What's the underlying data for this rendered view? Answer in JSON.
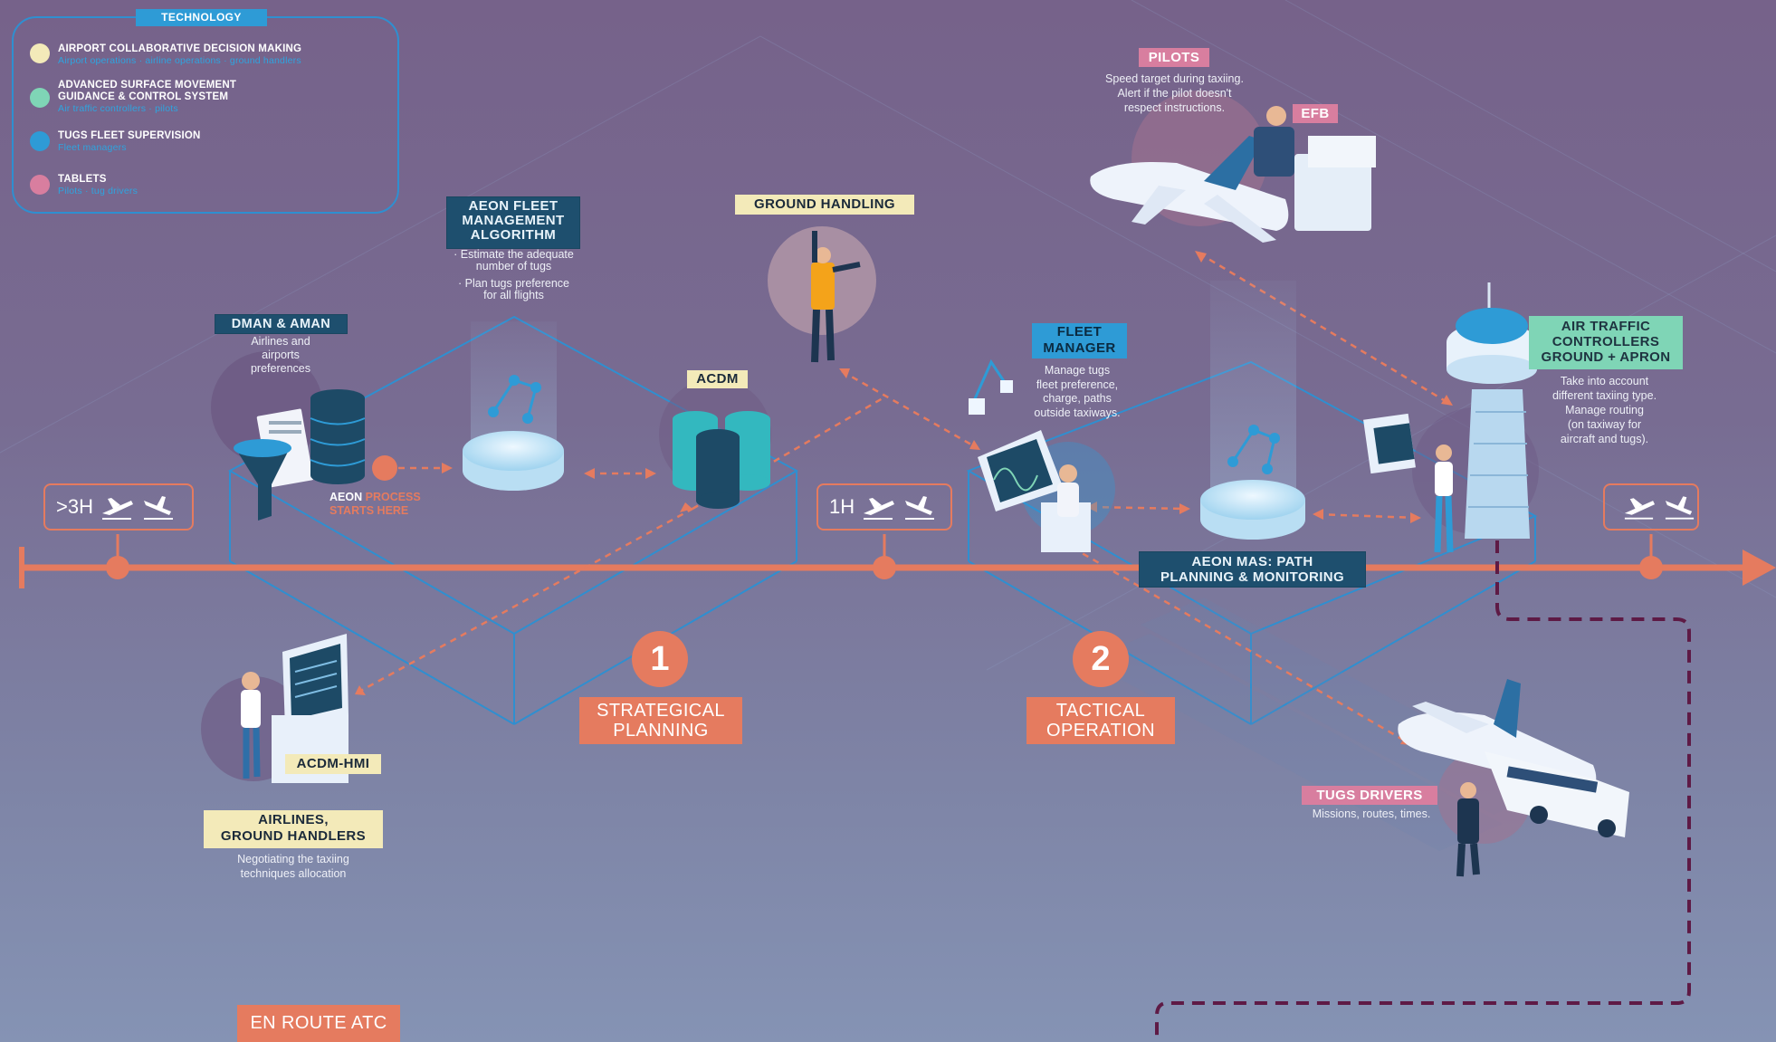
{
  "legend": {
    "title": "TECHNOLOGY",
    "items": [
      {
        "label": "AIRPORT COLLABORATIVE DECISION MAKING",
        "sub": "Airport operations · airline operations · ground handlers",
        "color": "#f3eab9"
      },
      {
        "label": "ADVANCED SURFACE MOVEMENT",
        "label2": "GUIDANCE & CONTROL SYSTEM",
        "sub": "Air traffic controllers · pilots",
        "color": "#7fd5b6"
      },
      {
        "label": "TUGS FLEET SUPERVISION",
        "sub": "Fleet managers",
        "color": "#2e9bd6"
      },
      {
        "label": "TABLETS",
        "sub": "Pilots · tug drivers",
        "color": "#d87e9f"
      }
    ]
  },
  "nodes": {
    "dman": {
      "label": "DMAN & AMAN",
      "desc": [
        "Airlines and",
        "airports",
        "preferences"
      ]
    },
    "aeon_fleet": {
      "label": [
        "AEON FLEET",
        "MANAGEMENT",
        "ALGORITHM"
      ],
      "desc": [
        "· Estimate the adequate",
        "number of tugs",
        "· Plan tugs preference",
        "for all flights"
      ]
    },
    "ground_handling": {
      "label": "GROUND HANDLING"
    },
    "acdm": {
      "label": "ACDM"
    },
    "pilots": {
      "label": "PILOTS",
      "desc": [
        "Speed target during taxiing.",
        "Alert if the pilot doesn't",
        "respect instructions."
      ]
    },
    "efb": {
      "label": "EFB"
    },
    "fleet_manager": {
      "label": [
        "FLEET",
        "MANAGER"
      ],
      "desc": [
        "Manage tugs",
        "fleet preference,",
        "charge, paths",
        "outside taxiways."
      ]
    },
    "atc": {
      "label": [
        "AIR TRAFFIC",
        "CONTROLLERS",
        "GROUND + APRON"
      ],
      "desc": [
        "Take into account",
        "different taxiing type.",
        "Manage routing",
        "(on taxiway for",
        "aircraft and tugs)."
      ]
    },
    "aeon_mas": {
      "label": [
        "AEON MAS: PATH",
        "PLANNING & MONITORING"
      ]
    },
    "process_start": {
      "word": "AEON",
      "rest": "PROCESS",
      "rest2": "STARTS HERE"
    },
    "acdm_hmi": {
      "label": "ACDM-HMI"
    },
    "airlines": {
      "label": [
        "AIRLINES,",
        "GROUND HANDLERS"
      ],
      "desc": [
        "Negotiating the taxiing",
        "techniques allocation"
      ]
    },
    "tugs_drivers": {
      "label": "TUGS DRIVERS",
      "desc": "Missions, routes, times."
    },
    "en_route": {
      "label": "EN ROUTE ATC"
    }
  },
  "phases": [
    {
      "number": "1",
      "label": [
        "STRATEGICAL",
        "PLANNING"
      ]
    },
    {
      "number": "2",
      "label": [
        "TACTICAL",
        "OPERATION"
      ]
    }
  ],
  "timeline": {
    "marks": [
      ">3H",
      "1H",
      ""
    ],
    "icons": [
      "takeoff-icon",
      "landing-icon"
    ]
  },
  "colors": {
    "accent": "#e57b5f",
    "frame": "#2f8fd0",
    "dark_label": "#1e4f6e",
    "dashed": "#5e1a45"
  }
}
